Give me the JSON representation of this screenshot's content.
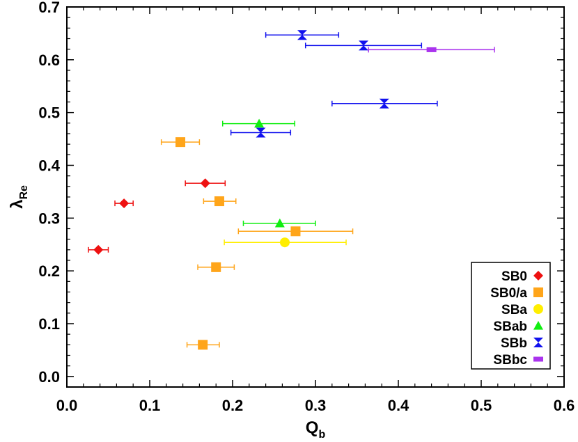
{
  "chart_data": {
    "type": "scatter",
    "xlabel": {
      "main": "Q",
      "sub": "b"
    },
    "ylabel": {
      "main": "λ",
      "sub": "Re"
    },
    "xlim": [
      0.0,
      0.6
    ],
    "ylim": [
      -0.02,
      0.7
    ],
    "xticks": [
      "0.0",
      "0.1",
      "0.2",
      "0.3",
      "0.4",
      "0.5",
      "0.6"
    ],
    "xtick_values": [
      0.0,
      0.1,
      0.2,
      0.3,
      0.4,
      0.5,
      0.6
    ],
    "yticks": [
      "0.0",
      "0.1",
      "0.2",
      "0.3",
      "0.4",
      "0.5",
      "0.6",
      "0.7"
    ],
    "ytick_values": [
      0.0,
      0.1,
      0.2,
      0.3,
      0.4,
      0.5,
      0.6,
      0.7
    ],
    "grid": false,
    "legend_position": "bottom-right",
    "series": [
      {
        "name": "SB0",
        "color": "#ee1111",
        "marker": "diamond",
        "points": [
          {
            "x": 0.038,
            "y": 0.24,
            "xerr": [
              0.026,
              0.05
            ]
          },
          {
            "x": 0.069,
            "y": 0.328,
            "xerr": [
              0.058,
              0.08
            ]
          },
          {
            "x": 0.167,
            "y": 0.366,
            "xerr": [
              0.143,
              0.191
            ]
          }
        ]
      },
      {
        "name": "SB0/a",
        "color": "#ffa51a",
        "marker": "square",
        "points": [
          {
            "x": 0.137,
            "y": 0.444,
            "xerr": [
              0.114,
              0.16
            ]
          },
          {
            "x": 0.184,
            "y": 0.332,
            "xerr": [
              0.165,
              0.204
            ]
          },
          {
            "x": 0.276,
            "y": 0.275,
            "xerr": [
              0.207,
              0.345
            ]
          },
          {
            "x": 0.18,
            "y": 0.207,
            "xerr": [
              0.158,
              0.202
            ]
          },
          {
            "x": 0.164,
            "y": 0.06,
            "xerr": [
              0.145,
              0.184
            ]
          }
        ]
      },
      {
        "name": "SBa",
        "color": "#ffee00",
        "marker": "circle",
        "points": [
          {
            "x": 0.263,
            "y": 0.254,
            "xerr": [
              0.19,
              0.337
            ]
          }
        ]
      },
      {
        "name": "SBab",
        "color": "#11ee11",
        "marker": "triangle",
        "points": [
          {
            "x": 0.232,
            "y": 0.479,
            "xerr": [
              0.188,
              0.275
            ]
          },
          {
            "x": 0.257,
            "y": 0.29,
            "xerr": [
              0.213,
              0.3
            ]
          }
        ]
      },
      {
        "name": "SBb",
        "color": "#1111ee",
        "marker": "hourglass",
        "points": [
          {
            "x": 0.284,
            "y": 0.647,
            "xerr": [
              0.24,
              0.328
            ]
          },
          {
            "x": 0.358,
            "y": 0.627,
            "xerr": [
              0.288,
              0.428
            ]
          },
          {
            "x": 0.383,
            "y": 0.517,
            "xerr": [
              0.32,
              0.447
            ]
          },
          {
            "x": 0.234,
            "y": 0.462,
            "xerr": [
              0.198,
              0.27
            ]
          }
        ]
      },
      {
        "name": "SBbc",
        "color": "#aa33ee",
        "marker": "bar",
        "points": [
          {
            "x": 0.44,
            "y": 0.619,
            "xerr": [
              0.364,
              0.516
            ]
          }
        ]
      }
    ]
  }
}
